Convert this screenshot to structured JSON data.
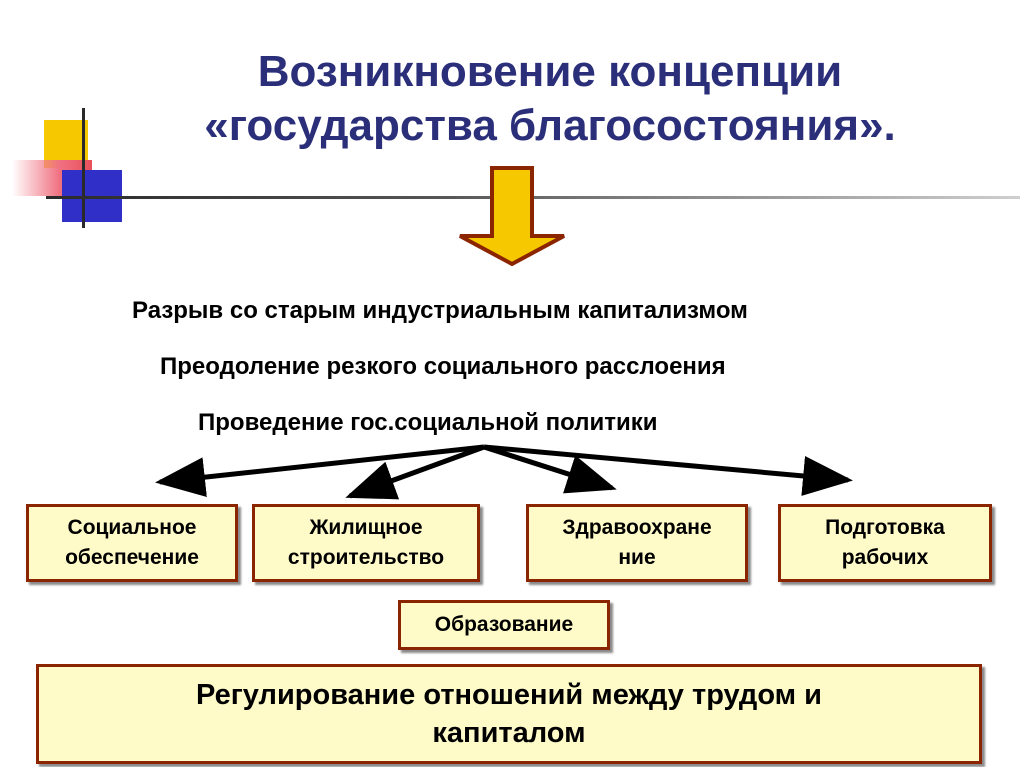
{
  "title": {
    "line1": "Возникновение концепции",
    "line2": "«государства благосостояния»."
  },
  "points": [
    "Разрыв со старым индустриальным капитализмом",
    "Преодоление резкого социального расслоения",
    "Проведение гос.социальной политики"
  ],
  "boxes": {
    "social": {
      "line1": "Социальное",
      "line2": "обеспечение"
    },
    "housing": {
      "line1": "Жилищное",
      "line2": "строительство"
    },
    "health": {
      "line1": "Здравоохране",
      "line2": "ние"
    },
    "workers": {
      "line1": "Подготовка",
      "line2": "рабочих"
    },
    "education": "Образование",
    "regulation": {
      "line1": "Регулирование отношений между трудом и",
      "line2": "капиталом"
    }
  },
  "colors": {
    "title": "#2b2f7a",
    "box_fill": "#fffbc8",
    "box_border": "#8b2500",
    "down_arrow_fill": "#f5c800",
    "down_arrow_stroke": "#8b2500"
  },
  "icons": [
    "down-arrow-icon"
  ]
}
